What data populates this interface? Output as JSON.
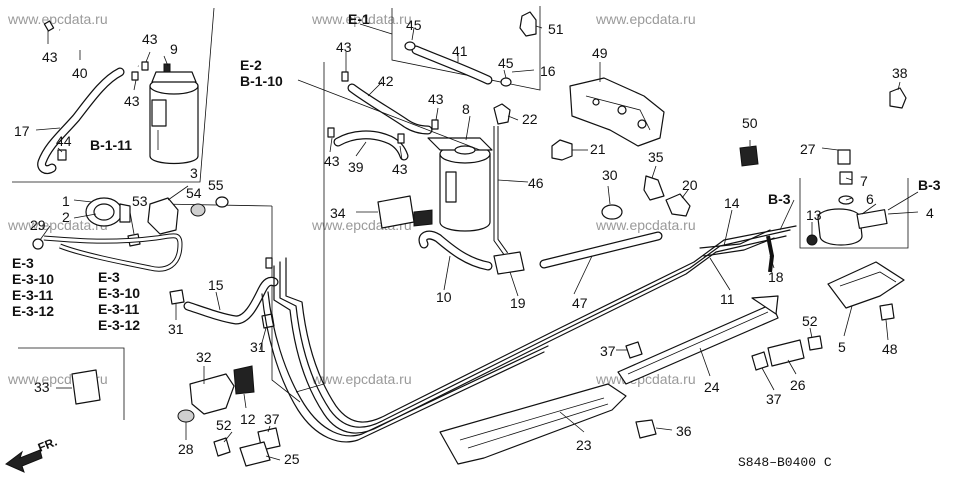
{
  "watermark": "www.epcdata.ru",
  "diagram_code": "S848–B0400 C",
  "fr_arrow_label": "FR.",
  "callouts": {
    "n1": "1",
    "n2": "2",
    "n3": "3",
    "n4": "4",
    "n5": "5",
    "n6": "6",
    "n7": "7",
    "n8": "8",
    "n9": "9",
    "n10": "10",
    "n11": "11",
    "n12": "12",
    "n13": "13",
    "n14": "14",
    "n15": "15",
    "n16": "16",
    "n17": "17",
    "n18": "18",
    "n19": "19",
    "n20": "20",
    "n21": "21",
    "n22": "22",
    "n23": "23",
    "n24": "24",
    "n25": "25",
    "n26": "26",
    "n27": "27",
    "n28": "28",
    "n29": "29",
    "n30": "30",
    "n31": "31",
    "n32": "32",
    "n33": "33",
    "n34": "34",
    "n35": "35",
    "n36": "36",
    "n37": "37",
    "n38": "38",
    "n39": "39",
    "n40": "40",
    "n41": "41",
    "n42": "42",
    "n43": "43",
    "n44": "44",
    "n45": "45",
    "n46": "46",
    "n47": "47",
    "n48": "48",
    "n49": "49",
    "n50": "50",
    "n51": "51",
    "n52": "52",
    "n53": "53",
    "n54": "54",
    "n55": "55"
  },
  "refs": {
    "e1": "E-1",
    "e2": "E-2",
    "e3": "E-3",
    "e310": "E-3-10",
    "e311": "E-3-11",
    "e312": "E-3-12",
    "b110": "B-1-10",
    "b111": "B-1-11",
    "b3": "B-3"
  }
}
